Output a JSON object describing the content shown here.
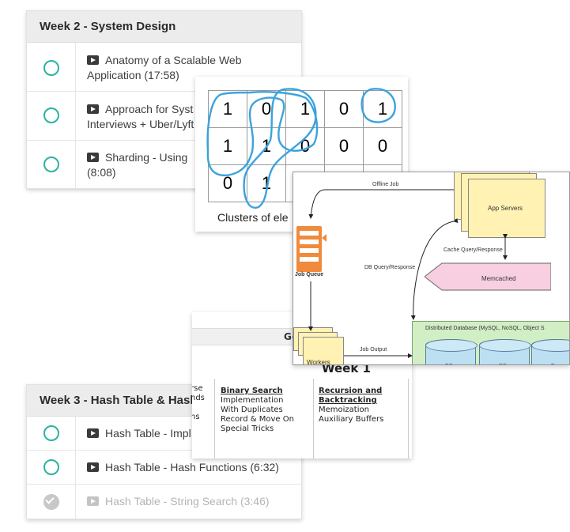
{
  "week2": {
    "title": "Week 2 - System Design",
    "lessons": [
      {
        "line1": "Anatomy of a Scalable Web",
        "line2": "Application (17:58)"
      },
      {
        "line1": "Approach for Syst",
        "line2": "Interviews + Uber/Lyft"
      },
      {
        "line1": "Sharding - Using",
        "line2": "(8:08)"
      }
    ]
  },
  "week3": {
    "title": "Week 3 - Hash Table & Hash F",
    "lessons": [
      {
        "text": "Hash Table - Impl"
      },
      {
        "text": "Hash Table - Hash Functions (6:32)"
      },
      {
        "text": "Hash Table - String Search (3:46)"
      }
    ]
  },
  "grid": {
    "rows": [
      [
        "1",
        "0",
        "1",
        "0",
        "1"
      ],
      [
        "1",
        "1",
        "0",
        "0",
        "0"
      ],
      [
        "0",
        "1",
        "",
        "",
        ""
      ]
    ],
    "caption": "Clusters of ele"
  },
  "curriculum": {
    "topbar": "Ge",
    "week": "Week 1",
    "col0": [
      "rse",
      "nds",
      "ns"
    ],
    "col1_title": "Binary Search",
    "col1_items": [
      "Implementation",
      "With Duplicates",
      "Record & Move On",
      "Special Tricks"
    ],
    "col2_title1": "Recursion and",
    "col2_title2": "Backtracking",
    "col2_items": [
      "Memoization",
      "Auxiliary Buffers"
    ]
  },
  "architecture": {
    "offline_job": "Offline Job",
    "app_servers": "App Servers",
    "cache_label": "Cache Query/Response",
    "memcached": "Memcached",
    "job_queue": "Job Queue",
    "db_label": "DB Query/Response",
    "distributed_db": "Distributed Database (MySQL, NoSQL, Object S",
    "workers": "Workers",
    "job_output": "Job Output",
    "db": [
      "DB",
      "DB",
      "D"
    ]
  },
  "colors": {
    "accent": "#2bb3a1",
    "loop": "#3aa3dd",
    "queue": "#f08a3c",
    "memcached": "#f7cfe0"
  }
}
